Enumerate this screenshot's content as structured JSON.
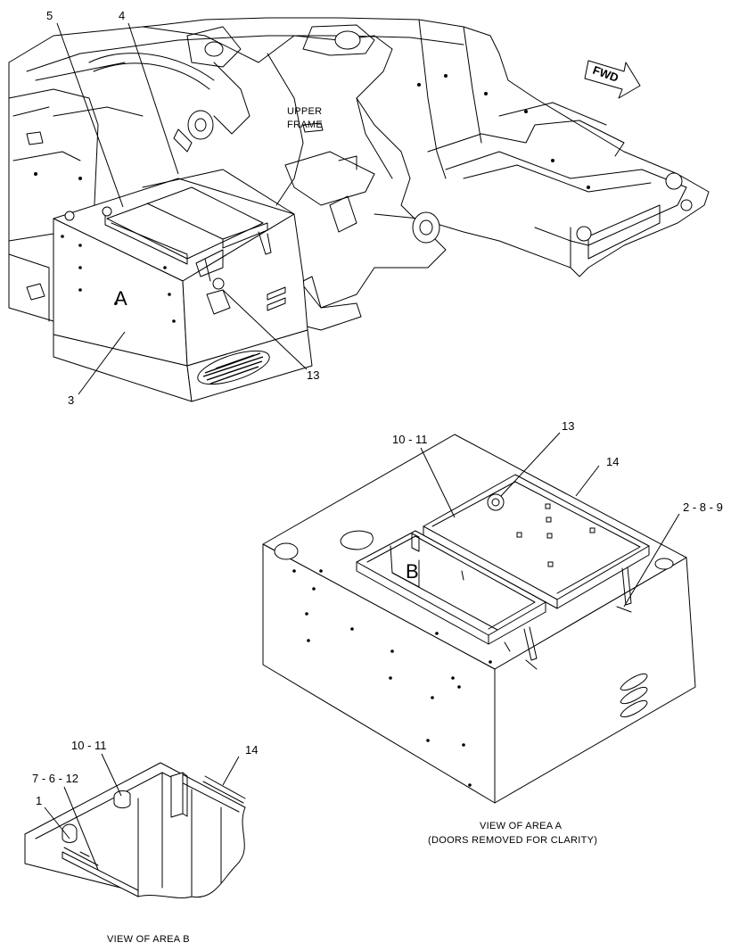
{
  "top_view": {
    "callout_5": "5",
    "callout_4": "4",
    "callout_3": "3",
    "callout_13": "13",
    "area_a_label": "A",
    "upper_frame_line1": "UPPER",
    "upper_frame_line2": "FRAME",
    "fwd_label": "FWD"
  },
  "view_area_a": {
    "callout_10_11": "10 - 11",
    "callout_13": "13",
    "callout_14": "14",
    "callout_2_8_9": "2 - 8 - 9",
    "area_b_label": "B",
    "caption_line1": "VIEW OF AREA A",
    "caption_line2": "(DOORS REMOVED FOR CLARITY)"
  },
  "view_area_b": {
    "callout_10_11": "10 - 11",
    "callout_14": "14",
    "callout_7_6_12": "7 - 6 - 12",
    "callout_1": "1",
    "caption": "VIEW OF AREA B"
  },
  "colors": {
    "line": "#000000",
    "background": "#ffffff"
  }
}
